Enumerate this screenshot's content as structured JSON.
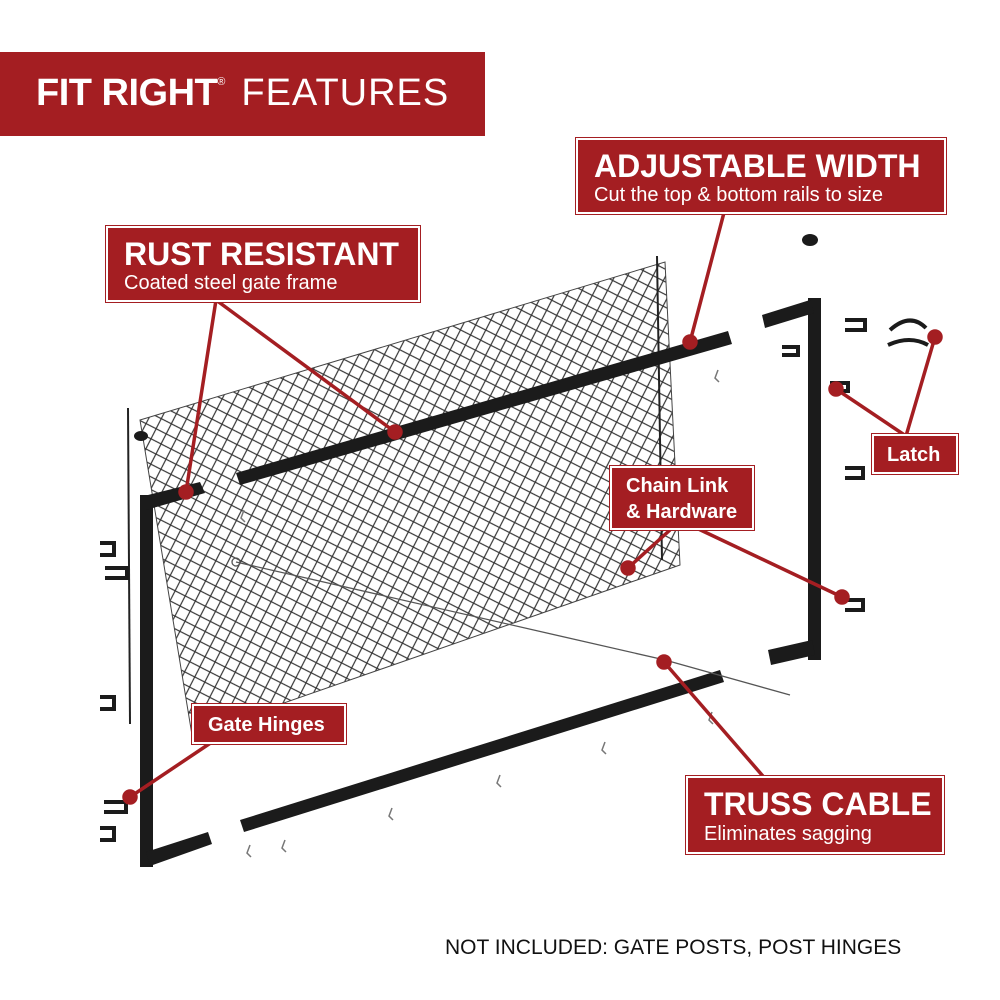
{
  "header": {
    "brand": "FIT RIGHT",
    "registered": "®",
    "suffix": "FEATURES"
  },
  "callouts": {
    "adjustable_width": {
      "title": "ADJUSTABLE WIDTH",
      "subtitle": "Cut the top & bottom rails to size"
    },
    "rust_resistant": {
      "title": "RUST RESISTANT",
      "subtitle": "Coated steel gate frame"
    },
    "latch": {
      "title": "Latch"
    },
    "chain_link": {
      "title_line1": "Chain Link",
      "title_line2": "& Hardware"
    },
    "gate_hinges": {
      "title": "Gate Hinges"
    },
    "truss_cable": {
      "title": "TRUSS CABLE",
      "subtitle": "Eliminates sagging"
    }
  },
  "footer": {
    "note": "NOT INCLUDED: GATE POSTS, POST HINGES"
  },
  "colors": {
    "accent": "#a41e22",
    "frame": "#1a1a1a",
    "mesh": "#333333"
  }
}
